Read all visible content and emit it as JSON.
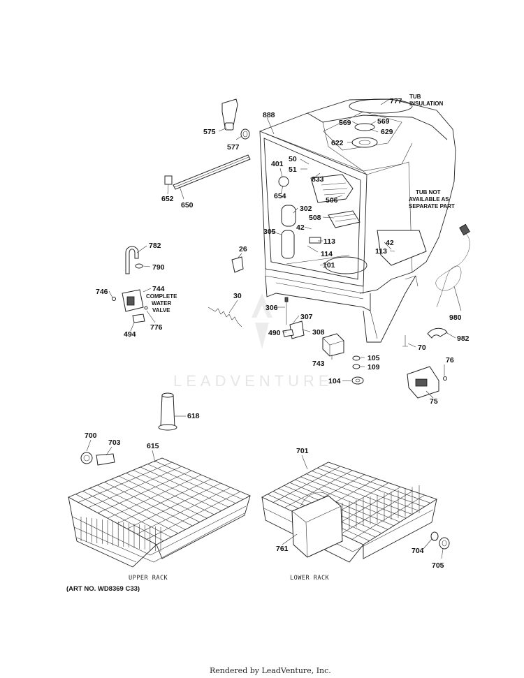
{
  "callouts": [
    {
      "id": "777",
      "text": "777"
    },
    {
      "id": "888",
      "text": "888"
    },
    {
      "id": "575",
      "text": "575"
    },
    {
      "id": "577",
      "text": "577"
    },
    {
      "id": "569a",
      "text": "569"
    },
    {
      "id": "569b",
      "text": "569"
    },
    {
      "id": "629",
      "text": "629"
    },
    {
      "id": "622",
      "text": "622"
    },
    {
      "id": "50",
      "text": "50"
    },
    {
      "id": "51",
      "text": "51"
    },
    {
      "id": "401",
      "text": "401"
    },
    {
      "id": "833",
      "text": "833"
    },
    {
      "id": "654",
      "text": "654"
    },
    {
      "id": "506",
      "text": "506"
    },
    {
      "id": "302",
      "text": "302"
    },
    {
      "id": "508",
      "text": "508"
    },
    {
      "id": "42a",
      "text": "42"
    },
    {
      "id": "42b",
      "text": "42"
    },
    {
      "id": "305",
      "text": "305"
    },
    {
      "id": "113a",
      "text": "113"
    },
    {
      "id": "113b",
      "text": "113"
    },
    {
      "id": "114",
      "text": "114"
    },
    {
      "id": "101",
      "text": "101"
    },
    {
      "id": "652",
      "text": "652"
    },
    {
      "id": "650",
      "text": "650"
    },
    {
      "id": "782",
      "text": "782"
    },
    {
      "id": "790",
      "text": "790"
    },
    {
      "id": "26",
      "text": "26"
    },
    {
      "id": "746",
      "text": "746"
    },
    {
      "id": "744",
      "text": "744"
    },
    {
      "id": "776",
      "text": "776"
    },
    {
      "id": "494",
      "text": "494"
    },
    {
      "id": "30",
      "text": "30"
    },
    {
      "id": "306",
      "text": "306"
    },
    {
      "id": "307",
      "text": "307"
    },
    {
      "id": "490",
      "text": "490"
    },
    {
      "id": "308",
      "text": "308"
    },
    {
      "id": "743",
      "text": "743"
    },
    {
      "id": "105",
      "text": "105"
    },
    {
      "id": "109",
      "text": "109"
    },
    {
      "id": "104",
      "text": "104"
    },
    {
      "id": "980",
      "text": "980"
    },
    {
      "id": "982",
      "text": "982"
    },
    {
      "id": "70",
      "text": "70"
    },
    {
      "id": "76",
      "text": "76"
    },
    {
      "id": "75",
      "text": "75"
    },
    {
      "id": "618",
      "text": "618"
    },
    {
      "id": "700",
      "text": "700"
    },
    {
      "id": "703",
      "text": "703"
    },
    {
      "id": "615",
      "text": "615"
    },
    {
      "id": "701",
      "text": "701"
    },
    {
      "id": "761",
      "text": "761"
    },
    {
      "id": "704",
      "text": "704"
    },
    {
      "id": "705",
      "text": "705"
    }
  ],
  "notes": {
    "tub_insulation": [
      "TUB",
      "INSULATION"
    ],
    "tub_not_available": [
      "TUB NOT",
      "AVAILABLE AS",
      "SEPARATE PART"
    ],
    "complete_water_valve": [
      "COMPLETE",
      "WATER",
      "VALVE"
    ]
  },
  "captions": {
    "upper_rack": "UPPER RACK",
    "lower_rack": "LOWER RACK",
    "art_no": "(ART NO. WD8369 C33)"
  },
  "watermark": "LEADVENTURE",
  "footer": "Rendered by LeadVenture, Inc."
}
